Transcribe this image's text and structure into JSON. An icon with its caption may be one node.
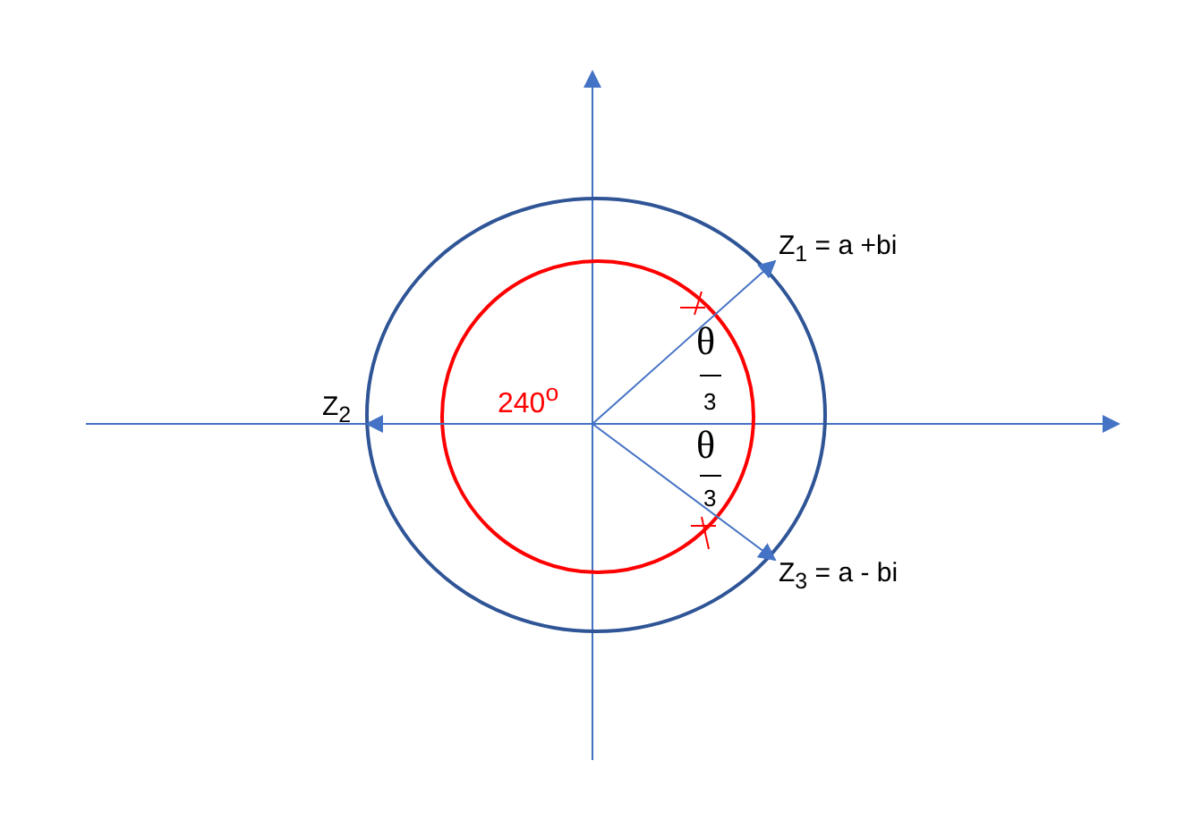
{
  "diagram": {
    "nodes": [
      {
        "text": [
          "Z$_{1}$ = a +bi"
        ]
      },
      {
        "text": [
          "Z$_{2}$"
        ]
      },
      {
        "text": [
          "Z$_{3}$ = a - bi"
        ]
      }
    ],
    "edges": [
      {
        "from": null,
        "to": 0,
        "arrow": "to"
      },
      {
        "from": null,
        "to": 1,
        "arrow": "to"
      },
      {
        "from": null,
        "to": 2,
        "arrow": "to"
      }
    ],
    "labels": [
      "240$^{o}$",
      "θ",
      "3",
      "θ",
      "3"
    ]
  }
}
